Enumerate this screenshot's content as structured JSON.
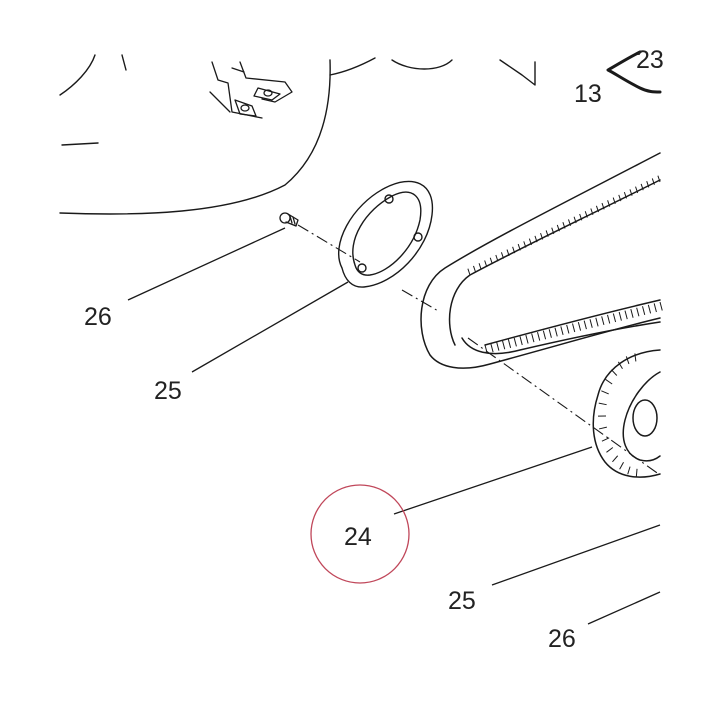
{
  "callouts": {
    "part_13": "13",
    "part_23_partial": "23",
    "washer_screw_top": "26",
    "retaining_plate_top": "25",
    "pulley_highlighted": "24",
    "retaining_plate_bottom": "25",
    "washer_screw_bottom": "26"
  },
  "highlight": {
    "target": "pulley_highlighted",
    "color": "#c0475a"
  }
}
